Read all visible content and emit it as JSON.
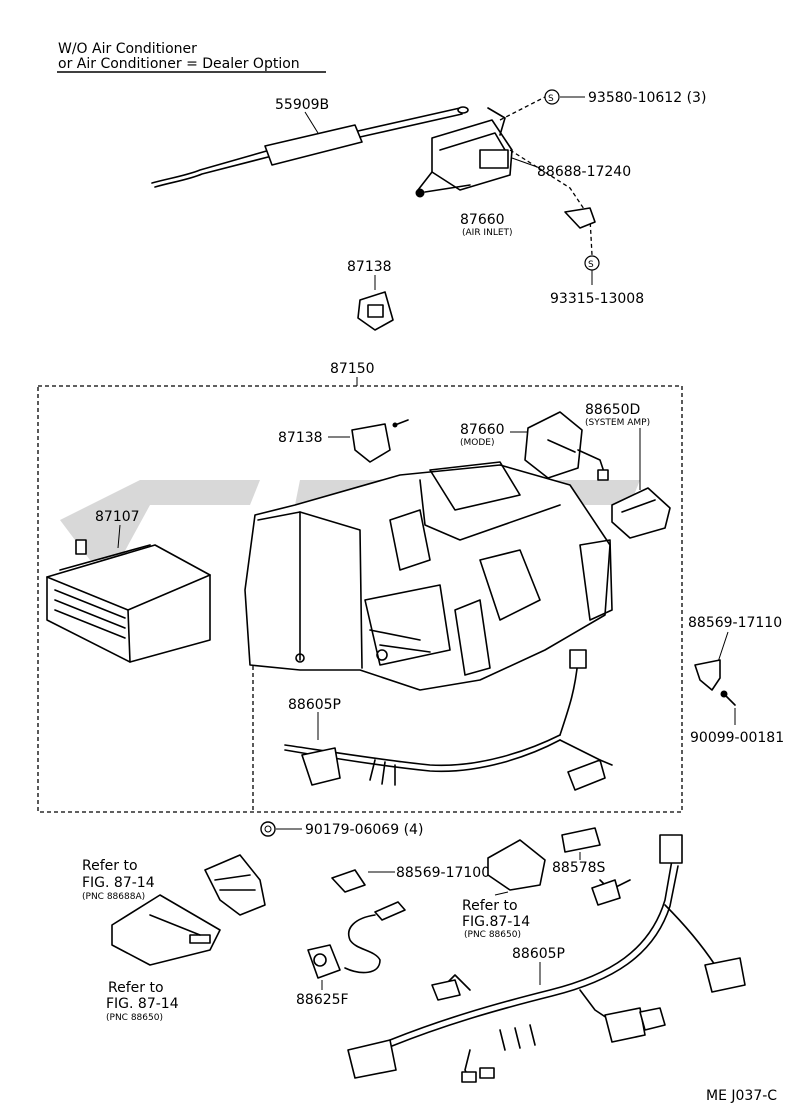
{
  "header": {
    "line1": "W/O Air Conditioner",
    "line2": "or Air Conditioner = Dealer Option"
  },
  "labels": {
    "p55909b": "55909B",
    "p93580": "93580-10612 (3)",
    "p88688": "88688-17240",
    "p87660a": "87660",
    "p87660a_sub": "(AIR INLET)",
    "p93315": "93315-13008",
    "p87138a": "87138",
    "p87150": "87150",
    "p87138b": "87138",
    "p87660b": "87660",
    "p87660b_sub": "(MODE)",
    "p88650d": "88650D",
    "p88650d_sub": "(SYSTEM AMP)",
    "p87107": "87107",
    "p88569_17110": "88569-17110",
    "p90099": "90099-00181",
    "p88605p_a": "88605P",
    "p90179": "90179-06069 (4)",
    "refer1_a": "Refer to",
    "refer1_b": "FIG. 87-14",
    "refer1_c": "(PNC 88688A)",
    "p88569_17100": "88569-17100",
    "p88578s": "88578S",
    "refer2_a": "Refer to",
    "refer2_b": "FIG.87-14",
    "refer2_c": "(PNC 88650)",
    "p88605p_b": "88605P",
    "p88625f": "88625F",
    "refer3_a": "Refer to",
    "refer3_b": "FIG. 87-14",
    "refer3_c": "(PNC 88650)",
    "s_symbol": "S",
    "footer": "ME  J037-C"
  }
}
